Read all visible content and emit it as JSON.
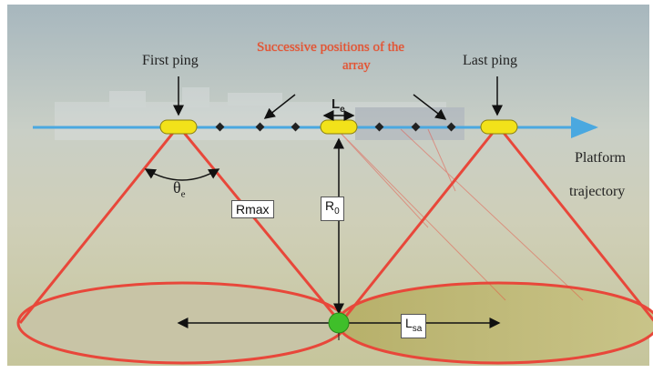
{
  "labels": {
    "first_ping": "First ping",
    "last_ping": "Last ping",
    "successive_positions_line1": "Successive positions of the",
    "successive_positions_line2": "array",
    "platform_line1": "Platform",
    "platform_line2": "trajectory",
    "le_main": "L",
    "le_sub": "e",
    "theta_main": "θ",
    "theta_sub": "e",
    "rmax": "Rmax",
    "r0_main": "R",
    "r0_sub": "0",
    "lsa_main": "L",
    "lsa_sub": "sa"
  },
  "colors": {
    "cone_red": "#e8473a",
    "trajectory_blue": "#4aa8e0",
    "array_yellow": "#f2e21a",
    "target_green": "#3fbf2a",
    "title_red": "#e5502e",
    "footprint_fill": "#c8c596"
  }
}
